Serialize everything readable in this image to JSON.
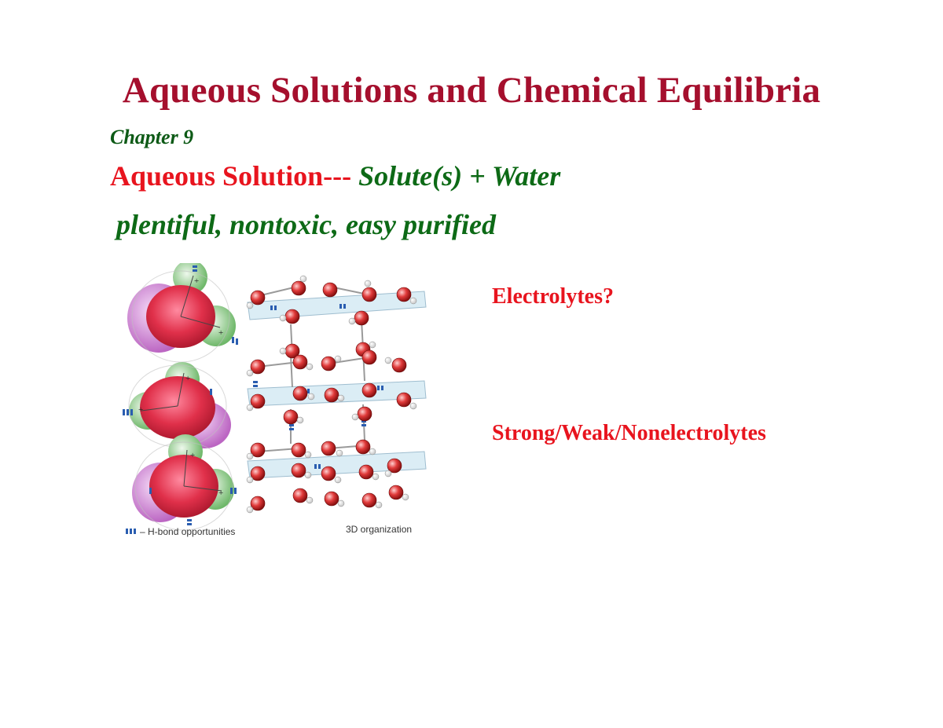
{
  "slide": {
    "title": "Aqueous Solutions and Chemical Equilibria",
    "chapter": "Chapter 9",
    "definition_lead": "Aqueous Solution---",
    "definition_rest": " Solute(s) + Water",
    "properties": "plentiful, nontoxic, easy purified",
    "question_1": "Electrolytes?",
    "question_2": "Strong/Weak/Nonelectrolytes"
  },
  "figure": {
    "legend_label": "– H-bond opportunities",
    "organization_label": "3D organization"
  },
  "colors": {
    "title": "#a50f2d",
    "green_text": "#0d6a16",
    "red_text": "#e8141e",
    "oxygen": "#e0304a",
    "hydrogen_lobe": "#6fb86a",
    "lone_pair_lobe": "#b04bb8",
    "hbond_mark": "#2a5db0"
  }
}
